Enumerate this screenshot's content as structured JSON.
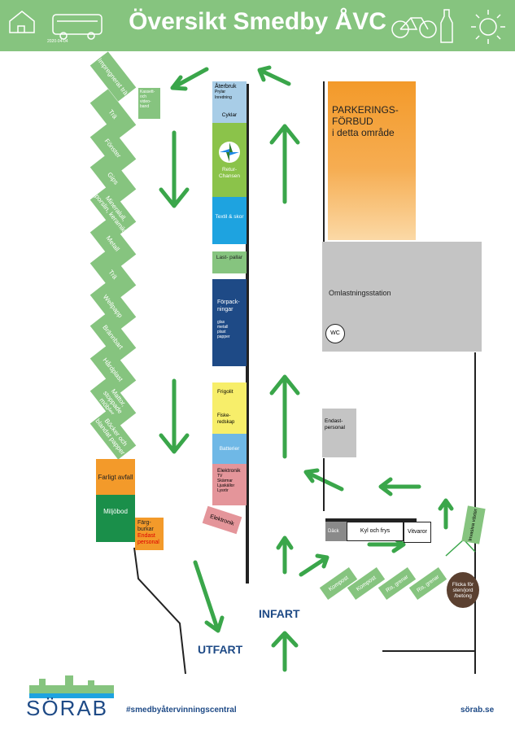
{
  "header": {
    "title": "Översikt Smedby ÅVC",
    "date": "2020-04-04",
    "bg_color": "#86c47f",
    "icons": [
      "house-icon",
      "bus-icon",
      "bicycle-icon",
      "bottle-icon",
      "sun-icon"
    ]
  },
  "left_bins": [
    {
      "label": "Impregnerat trä"
    },
    {
      "label": "Trä"
    },
    {
      "label": "Fönster"
    },
    {
      "label": "Gips"
    },
    {
      "label": "Mineralull, porslin, keramik"
    },
    {
      "label": "Metall"
    },
    {
      "label": "Trä"
    },
    {
      "label": "Wellpapp"
    },
    {
      "label": "Brännbart"
    },
    {
      "label": "Hårdplast"
    },
    {
      "label": "Mattor, stoppade möbler"
    },
    {
      "label": "Böcker och blandat papper"
    }
  ],
  "kassett_box": "Kassett- och video- band",
  "farligt": "Farligt avfall",
  "miljobod": "Miljöbod",
  "fargburkar": {
    "label": "Färg- burkar",
    "note": "Endast personal"
  },
  "center_column": {
    "aterbruk": {
      "title": "Återbruk",
      "items": [
        "Prylar",
        "Inredning"
      ]
    },
    "cyklar": "Cyklar",
    "returchansen": "Retur- Chansen",
    "textil": "Textil & skor",
    "lastpallar": "Last- pallar",
    "forpackningar": {
      "title": "Förpack- ningar",
      "items": [
        "glas",
        "metall",
        "plast",
        "papper"
      ]
    },
    "frigolit": "Frigolit",
    "fiskeredskap": "Fiske- redskap",
    "batterier": "Batterier",
    "elektronik": {
      "title": "Elektronik",
      "items": [
        "TV",
        "Skärmar",
        "Ljuskällor",
        "Lysrör"
      ]
    },
    "elektronik_tilted": "Elektronik"
  },
  "parking": {
    "line1": "PARKERINGS-",
    "line2": "FÖRBUD",
    "line3": "i detta område"
  },
  "omlast": "Omlastningsstation",
  "wc": "WC",
  "endast_personal": "Endast- personal",
  "tire_row": {
    "dack": "Däck",
    "kyl": "Kyl och frys",
    "vitvaror": "Vitvaror"
  },
  "invasiva": "Invasiva växter",
  "bottom_bins": [
    "Kompost",
    "Kompost",
    "Ris, grenar",
    "Ris, grenar"
  ],
  "flicka": "Flicka för sten/jord /betong",
  "infart": "INFART",
  "utfart": "UTFART",
  "footer": {
    "logo": "SÖRAB",
    "hashtag": "#smedbyåtervinningscentral",
    "site": "sörab.se"
  },
  "colors": {
    "green": "#86c47f",
    "navy": "#1e4a86",
    "orange": "#f39a2a",
    "arrow": "#3aa64a"
  }
}
